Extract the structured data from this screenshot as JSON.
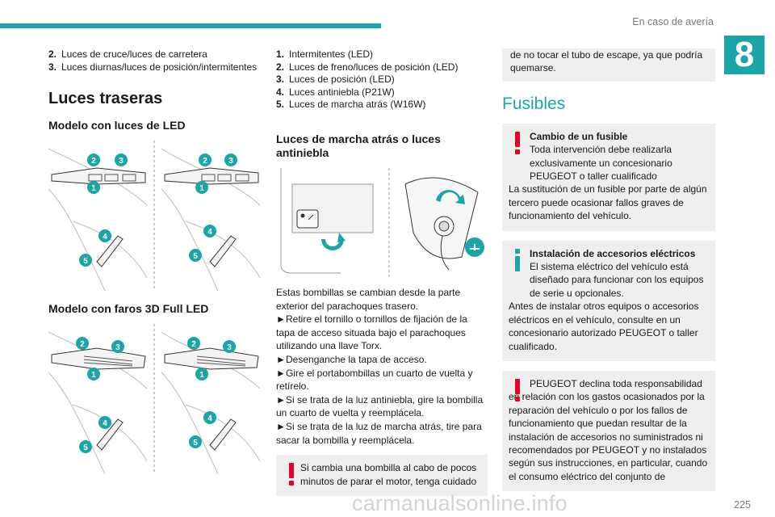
{
  "header": {
    "title": "En caso de avería",
    "chapter": "8"
  },
  "page_number": "225",
  "watermark": "carmanualsonline.info",
  "col1": {
    "list": [
      {
        "num": "2.",
        "text": "Luces de cruce/luces de carretera"
      },
      {
        "num": "3.",
        "text": "Luces diurnas/luces de posición/intermitentes"
      }
    ],
    "section_title": "Luces traseras",
    "sub1": "Modelo con luces de LED",
    "sub2": "Modelo con faros 3D Full LED",
    "callouts": [
      "1",
      "2",
      "3",
      "4",
      "5"
    ]
  },
  "col2": {
    "list": [
      {
        "num": "1.",
        "text": "Intermitentes (LED)"
      },
      {
        "num": "2.",
        "text": "Luces de freno/luces de posición (LED)"
      },
      {
        "num": "3.",
        "text": "Luces de posición (LED)"
      },
      {
        "num": "4.",
        "text": "Luces antiniebla (P21W)"
      },
      {
        "num": "5.",
        "text": "Luces de marcha atrás (W16W)"
      }
    ],
    "sub": "Luces de marcha atrás o luces antiniebla",
    "intro": "Estas bombillas se cambian desde la parte exterior del parachoques trasero.",
    "steps": [
      "Retire el tornillo o tornillos de fijación de la tapa de acceso situada bajo el parachoques utilizando una llave Torx.",
      "Desenganche la tapa de acceso.",
      "Gire el portabombillas un cuarto de vuelta y retírelo.",
      "Si se trata de la luz antiniebla, gire la bombilla un cuarto de vuelta y reemplácela.",
      "Si se trata de la luz de marcha atrás, tire para sacar la bombilla y reemplácela."
    ],
    "step_marker": "►",
    "warning": "Si cambia una bombilla al cabo de pocos minutos de parar el motor, tenga cuidado"
  },
  "col3": {
    "continued": "de no tocar el tubo de escape, ya que podría quemarse.",
    "section_title": "Fusibles",
    "note1": {
      "title": "Cambio de un fusible",
      "text1": "Toda intervención debe realizarla exclusivamente un concesionario PEUGEOT o taller cualificado",
      "text2": "La sustitución de un fusible por parte de algún tercero puede ocasionar fallos graves de funcionamiento del vehículo."
    },
    "note2": {
      "title": "Instalación de accesorios eléctricos",
      "text1": "El sistema eléctrico del vehículo está diseñado para funcionar con los equipos de serie u opcionales.",
      "text2": "Antes de instalar otros equipos o accesorios eléctricos en el vehículo, consulte en un concesionario autorizado PEUGEOT o taller cualificado."
    },
    "note3": {
      "text": "PEUGEOT declina toda responsabilidad en relación con los gastos ocasionados por la reparación del vehículo o por los fallos de funcionamiento que puedan resultar de la instalación de accesorios no suministrados ni recomendados por PEUGEOT y no instalados según sus instrucciones, en particular, cuando el consumo eléctrico del conjunto de"
    }
  },
  "colors": {
    "accent": "#1aa5a7",
    "warning": "#e4002b",
    "note_bg": "#eeeeee"
  }
}
